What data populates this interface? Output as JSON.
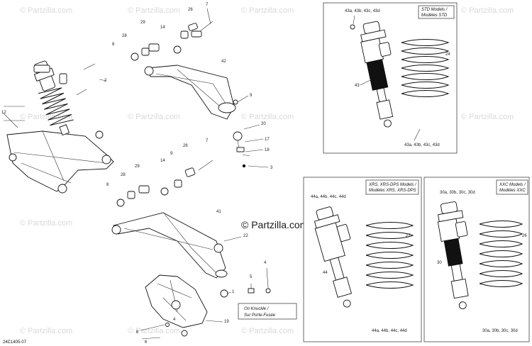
{
  "watermark": {
    "text": "© Partzilla.com",
    "center_text": "© Partzilla.com"
  },
  "reference_code": "24C1405-07",
  "panels": {
    "std": {
      "title_line1": "STD Models /",
      "title_line2": "Modèles STD",
      "shock_top_label": "43a, 43b, 43c, 43d",
      "shock_bottom_label": "43a, 43b, 43c, 43d",
      "shock_label": "43",
      "spring_label": "24"
    },
    "xrs": {
      "title_line1": "XRS, XRS-DPS Models /",
      "title_line2": "Modèles XRS, XRS-DPS",
      "shock_top_label": "44a, 44b, 44c, 44d",
      "shock_bottom_label": "44a, 44b, 44c, 44d",
      "shock_label": "44",
      "spring_label": "27"
    },
    "xxc": {
      "title_line1": "XXC Models /",
      "title_line2": "Modèles XXC",
      "shock_top_label": "30a, 30b, 30c, 30d",
      "shock_bottom_label": "30a, 30b, 30c, 30d",
      "shock_label": "30",
      "spring_label": "26"
    }
  },
  "knuckle_note": {
    "line1": "On Knuckle /",
    "line2": "Sur Porte-Fusée"
  },
  "part_numbers": {
    "p1": "1",
    "p2": "2",
    "p3": "3",
    "p4": "4",
    "p4b": "4",
    "p5": "5",
    "p6a": "6",
    "p6b": "6",
    "p7": "7",
    "p7b": "7",
    "p8a": "8",
    "p8b": "8",
    "p9a": "9",
    "p9b": "9",
    "p12": "12",
    "p14a": "14",
    "p14b": "14",
    "p17": "17",
    "p18": "18",
    "p20": "20",
    "p22": "22",
    "p26a": "26",
    "p26b": "26",
    "p28a": "28",
    "p28b": "28",
    "p29a": "29",
    "p29b": "29",
    "p19": "19",
    "p41": "41",
    "p42": "42"
  }
}
